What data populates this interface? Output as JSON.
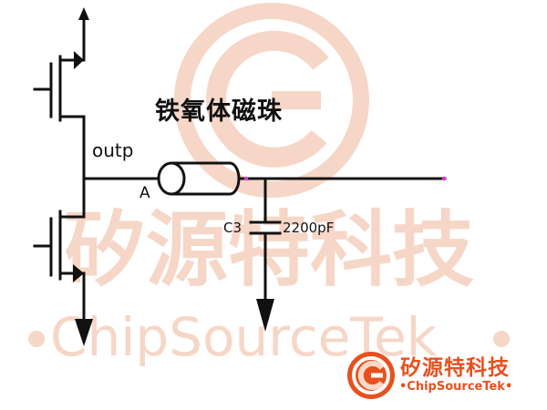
{
  "diagram": {
    "title": "铁氧体磁珠",
    "node_label": "outp",
    "point_label": "A",
    "capacitor": {
      "designator": "C3",
      "value": "2200pF"
    }
  },
  "watermark": {
    "chinese": "矽源特科技",
    "english": "ChipSourceTek"
  },
  "logo": {
    "chinese": "矽源特科技",
    "english": "•ChipSourceTek•"
  },
  "colors": {
    "ink": "#111111",
    "watermark": "#f6d6c6",
    "brand": "#e8501e",
    "brand_dark": "#c8401a",
    "marker": "#d63ad6"
  }
}
